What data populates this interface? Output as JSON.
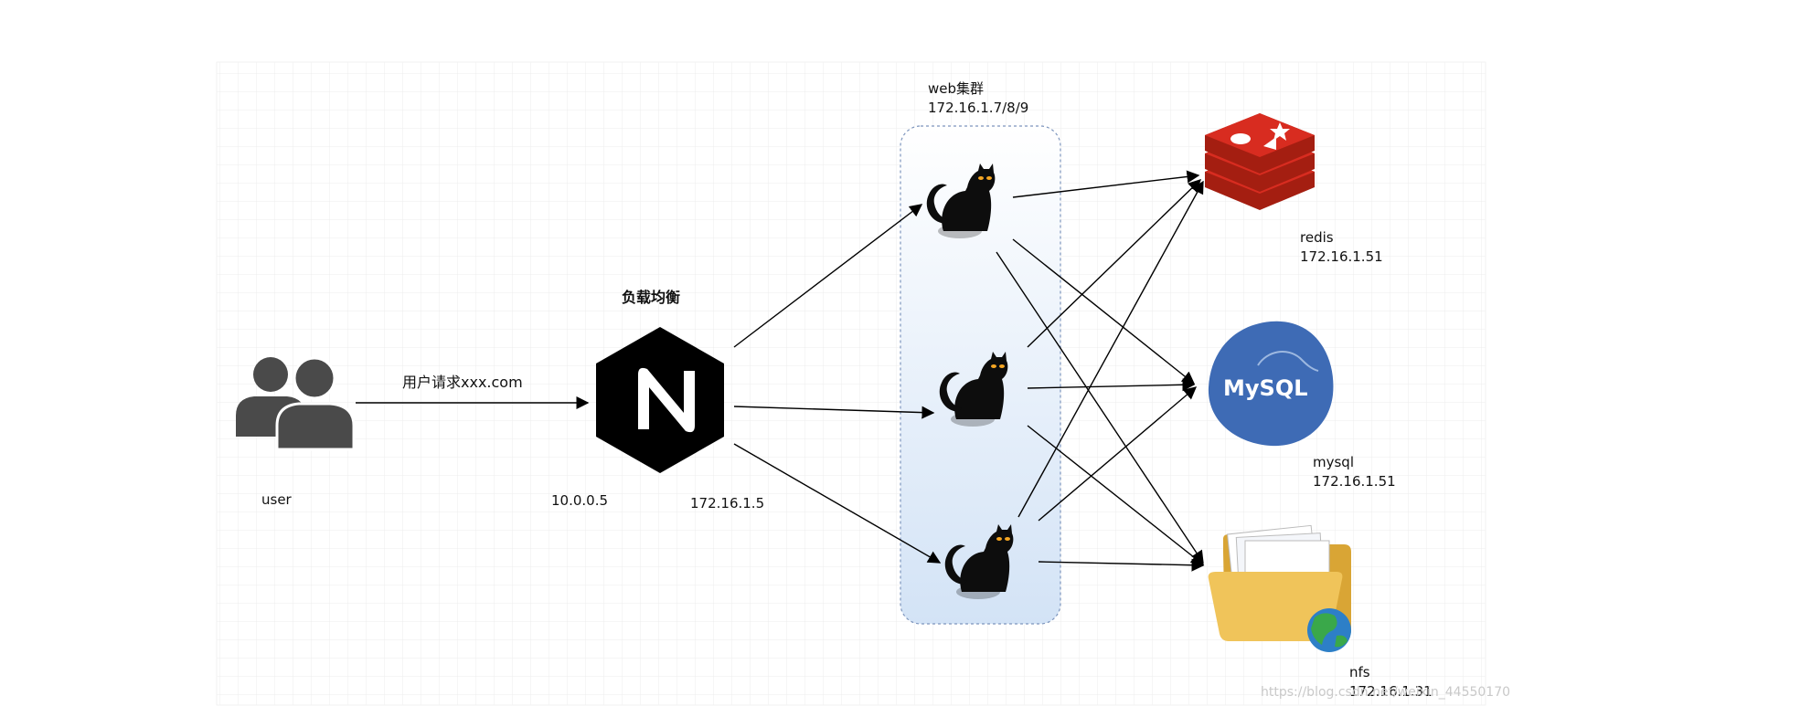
{
  "user": {
    "label": "user"
  },
  "edge_user_nginx": {
    "label": "用户请求xxx.com"
  },
  "nginx": {
    "title": "负载均衡",
    "ip_external": "10.0.0.5",
    "ip_internal": "172.16.1.5"
  },
  "web_cluster": {
    "title": "web集群",
    "ip": "172.16.1.7/8/9"
  },
  "redis": {
    "name": "redis",
    "ip": "172.16.1.51"
  },
  "mysql": {
    "name": "mysql",
    "ip": "172.16.1.51",
    "logo_text": "MySQL"
  },
  "nfs": {
    "name": "nfs",
    "ip": "172.16.1.31"
  },
  "watermark": "https://blog.csdn.net/weixin_4455017​0",
  "colors": {
    "redis": "#d82c20",
    "mysql": "#3e6bb5",
    "folder": "#e8b84b",
    "cluster_fill": "#dbe8f7"
  }
}
